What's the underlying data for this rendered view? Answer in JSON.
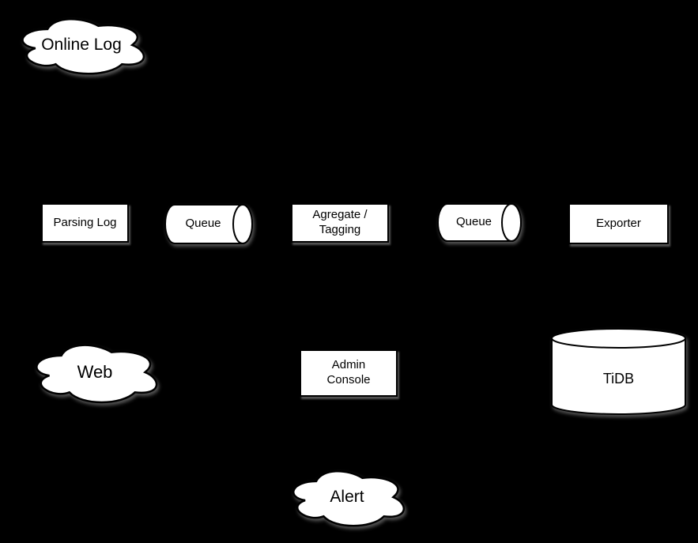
{
  "diagram": {
    "title": "log processing pipeline diagram",
    "colors": {
      "background": "#000000",
      "shape_fill": "#ffffff",
      "shape_stroke": "#000000",
      "text": "#000000",
      "shadow": "#999999"
    },
    "nodes": [
      {
        "id": "online-log",
        "shape": "cloud",
        "label": "Online Log"
      },
      {
        "id": "parsing-log",
        "shape": "rectangle",
        "label": "Parsing Log"
      },
      {
        "id": "queue-1",
        "shape": "queue-cylinder",
        "label": "Queue"
      },
      {
        "id": "aggregate-tagging",
        "shape": "rectangle",
        "label": "Agregate /\nTagging"
      },
      {
        "id": "queue-2",
        "shape": "queue-cylinder",
        "label": "Queue"
      },
      {
        "id": "exporter",
        "shape": "rectangle",
        "label": "Exporter"
      },
      {
        "id": "web",
        "shape": "cloud",
        "label": "Web"
      },
      {
        "id": "admin-console",
        "shape": "rectangle",
        "label": "Admin\nConsole"
      },
      {
        "id": "tidb",
        "shape": "database-cylinder",
        "label": "TiDB"
      },
      {
        "id": "alert",
        "shape": "cloud",
        "label": "Alert"
      }
    ]
  }
}
